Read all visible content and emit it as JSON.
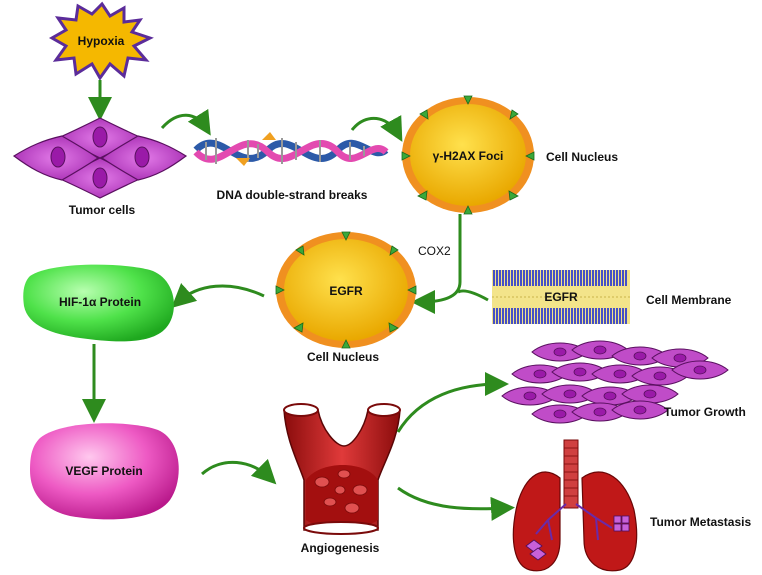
{
  "labels": {
    "hypoxia": "Hypoxia",
    "tumor_cells": "Tumor cells",
    "dna_breaks": "DNA double-strand breaks",
    "foci": "γ-H2AX Foci",
    "cell_nucleus_top": "Cell Nucleus",
    "cox2": "COX2",
    "egfr_nucleus": "EGFR",
    "egfr_membrane": "EGFR",
    "cell_membrane": "Cell Membrane",
    "cell_nucleus_mid": "Cell Nucleus",
    "hif": "HIF-1α Protein",
    "vegf": "VEGF Protein",
    "angiogenesis": "Angiogenesis",
    "tumor_growth": "Tumor Growth",
    "tumor_metastasis": "Tumor Metastasis"
  },
  "colors": {
    "arrow": "#2e8b1e",
    "hypoxia_fill": "#f5b800",
    "hypoxia_stroke": "#5b2c9a",
    "tumor_cell": "#c04cc8",
    "tumor_nucleus": "#a020b0",
    "nucleus_fill": "#f0b400",
    "nucleus_ring": "#f09020",
    "receptor": "#3aa83a",
    "membrane_blue": "#1a2ad6",
    "membrane_yellow": "#f3e48a",
    "hif_green": "#3fdc3f",
    "vegf_pink": "#e84ab8",
    "vessel_red": "#c81818",
    "lung_red": "#c01818"
  }
}
